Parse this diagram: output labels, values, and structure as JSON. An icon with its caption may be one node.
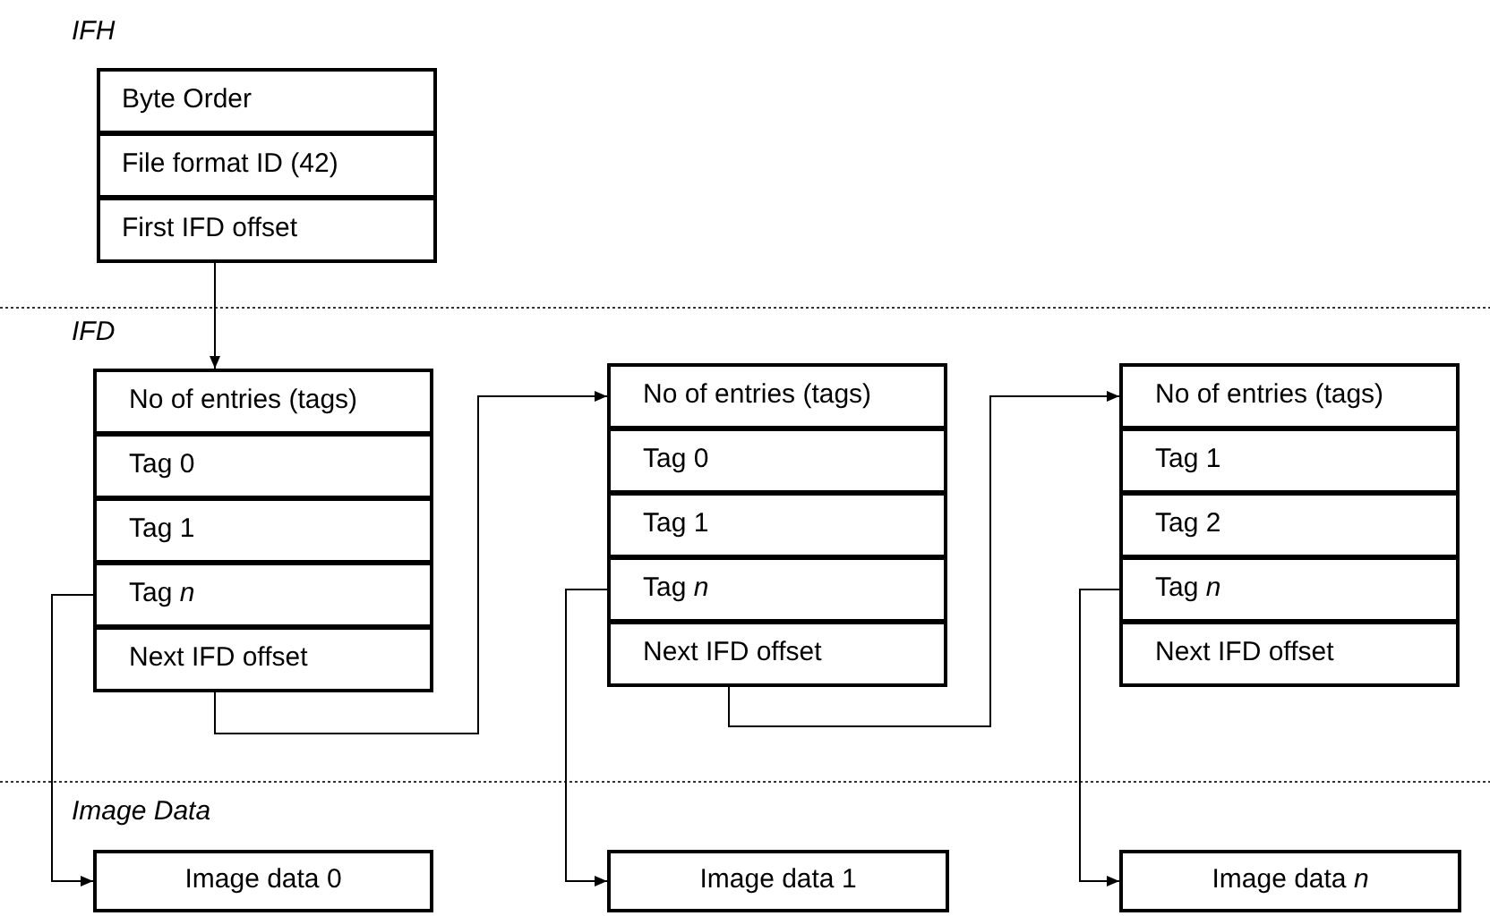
{
  "diagram": {
    "nodes": [
      {
        "text": [
          "Byte Order"
        ]
      },
      {
        "text": [
          "File format ID (42)"
        ]
      },
      {
        "text": [
          "First IFD offset"
        ]
      },
      {
        "text": [
          "No of entries (tags)"
        ]
      },
      {
        "text": [
          "Tag 0"
        ]
      },
      {
        "text": [
          "Tag 1"
        ]
      },
      {
        "text": [
          "Tag *n*"
        ]
      },
      {
        "text": [
          "Next IFD offset"
        ]
      },
      {
        "text": [
          "No of entries (tags)"
        ]
      },
      {
        "text": [
          "Tag 0"
        ]
      },
      {
        "text": [
          "Tag 1"
        ]
      },
      {
        "text": [
          "Tag *n*"
        ]
      },
      {
        "text": [
          "Next IFD offset"
        ]
      },
      {
        "text": [
          "No of entries (tags)"
        ]
      },
      {
        "text": [
          "Tag 1"
        ]
      },
      {
        "text": [
          "Tag 2"
        ]
      },
      {
        "text": [
          "Tag *n*"
        ]
      },
      {
        "text": [
          "Next IFD offset"
        ]
      },
      {
        "text": [
          "Image data 0"
        ]
      },
      {
        "text": [
          "Image data 1"
        ]
      },
      {
        "text": [
          "Image data *n*"
        ]
      }
    ],
    "edges": [
      {
        "from": 2,
        "to": 3,
        "arrow": "to"
      },
      {
        "from": 7,
        "to": 8,
        "arrow": "to"
      },
      {
        "from": 12,
        "to": 13,
        "arrow": "to"
      },
      {
        "from": 6,
        "to": 18,
        "arrow": "to"
      },
      {
        "from": 11,
        "to": 19,
        "arrow": "to"
      },
      {
        "from": 16,
        "to": 20,
        "arrow": "to"
      }
    ],
    "labels": [
      "IFH",
      "IFD",
      "Image Data"
    ]
  }
}
